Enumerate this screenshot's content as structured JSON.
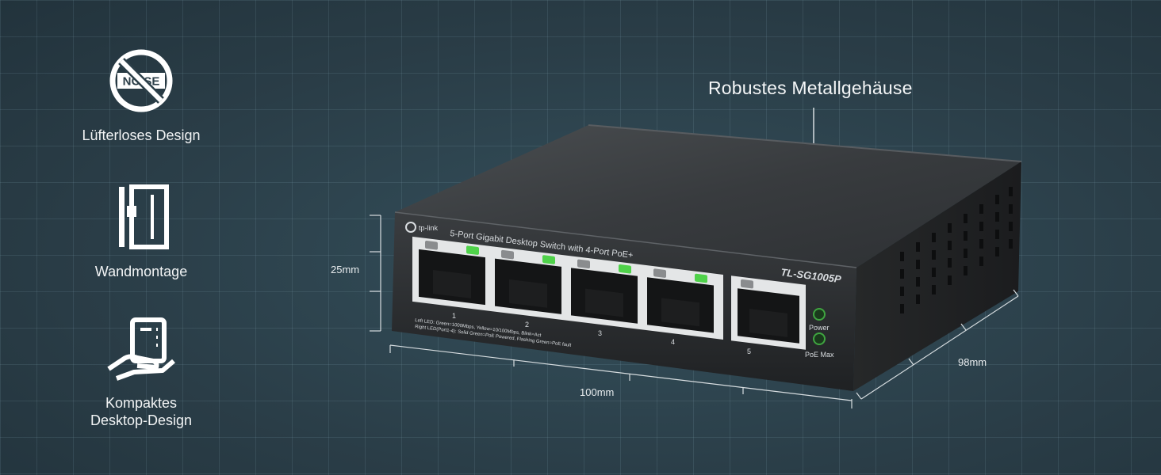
{
  "features": [
    {
      "label": "Lüfterloses Design",
      "icon": "no-noise-icon",
      "icon_text": "NOISE"
    },
    {
      "label": "Wandmontage",
      "icon": "wall-mount-icon"
    },
    {
      "label": "Kompaktes\nDesktop-Design",
      "icon": "hand-device-icon"
    }
  ],
  "callouts": {
    "metal_case": "Robustes Metallgehäuse"
  },
  "dimensions": {
    "height": "25mm",
    "width": "100mm",
    "depth": "98mm"
  },
  "device": {
    "brand": "tp-link",
    "description": "5-Port Gigabit Desktop Switch with 4-Port PoE+",
    "model": "TL-SG1005P",
    "ports": [
      "1",
      "2",
      "3",
      "4",
      "5"
    ],
    "led_legend_line1": "Left LED:   Green=1000Mbps, Yellow=10/100Mbps, Blink=Act",
    "led_legend_line2": "Right LED(Port1-4):   Solid Green=PoE Powered, Flashing Green=PoE fault",
    "power_label": "Power",
    "poe_max_label": "PoE Max",
    "body_color": "#2b2e30",
    "led_color": "#4fd24a"
  }
}
